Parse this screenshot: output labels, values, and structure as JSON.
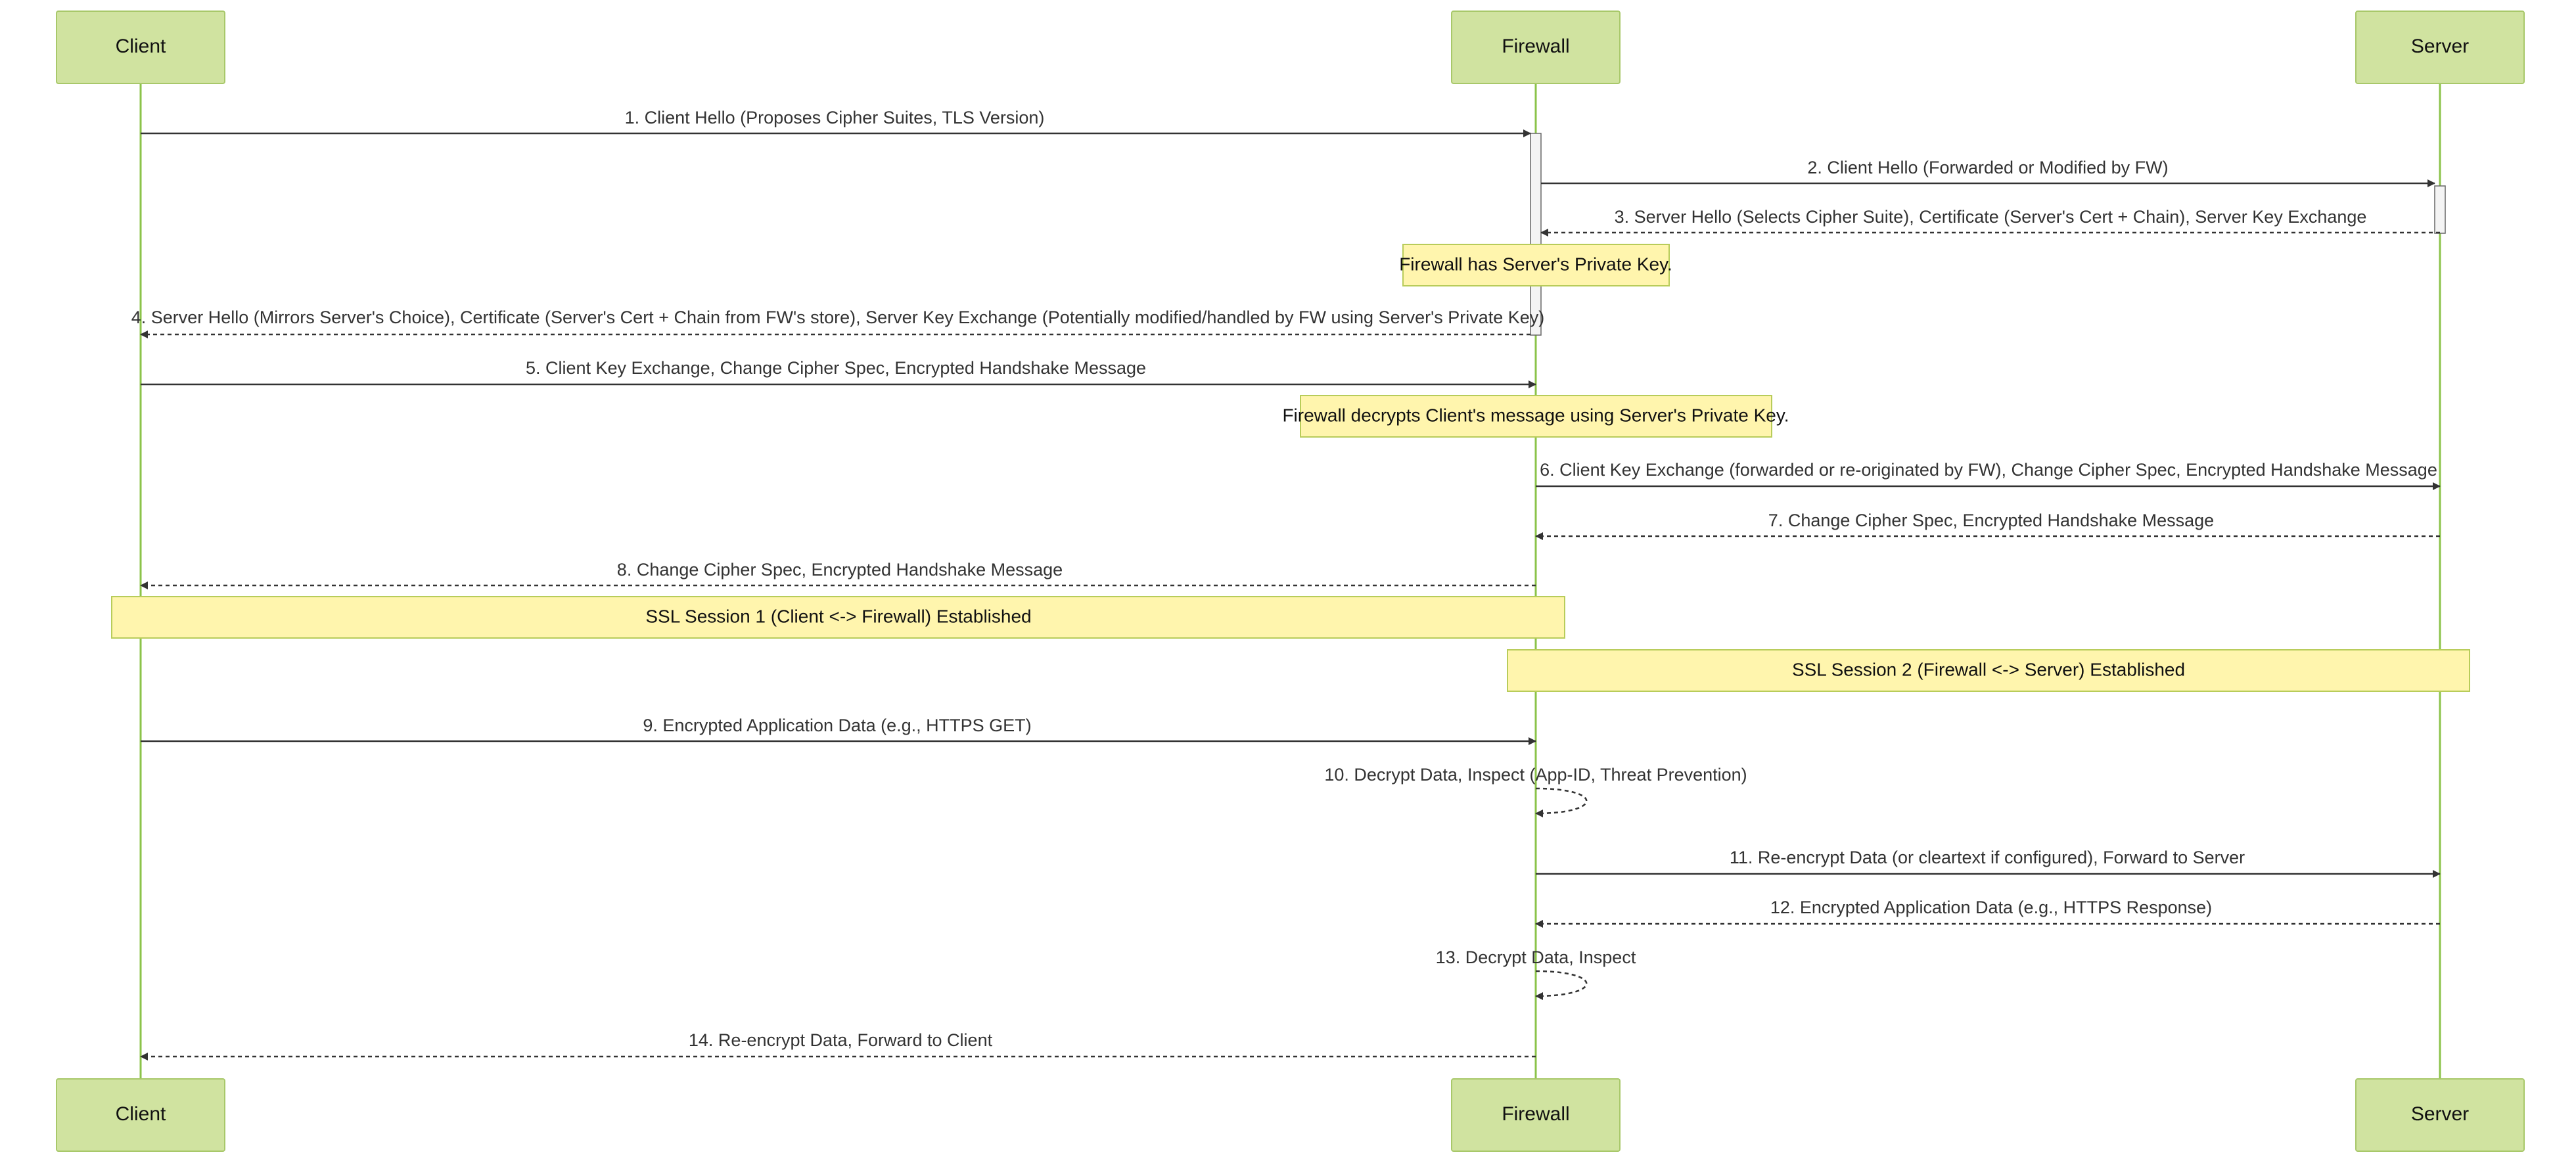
{
  "colors": {
    "actor_fill": "#d0e3a0",
    "actor_stroke": "#a8c86a",
    "lifeline": "#8bc34a",
    "note_fill": "#fff5ad",
    "note_stroke": "#b8cc5a",
    "arrow": "#333333",
    "activation_fill": "#f4f4f4",
    "activation_stroke": "#666666"
  },
  "actors": [
    {
      "id": "client",
      "label": "Client"
    },
    {
      "id": "firewall",
      "label": "Firewall"
    },
    {
      "id": "server",
      "label": "Server"
    }
  ],
  "messages": [
    {
      "text": "1. Client Hello (Proposes Cipher Suites, TLS Version)",
      "from": "client",
      "to": "firewall",
      "style": "solid"
    },
    {
      "text": "2. Client Hello (Forwarded or Modified by FW)",
      "from": "firewall",
      "to": "server",
      "style": "solid"
    },
    {
      "text": "3. Server Hello (Selects Cipher Suite), Certificate (Server's Cert + Chain), Server Key Exchange",
      "from": "server",
      "to": "firewall",
      "style": "dashed"
    },
    {
      "text": "4. Server Hello (Mirrors Server's Choice), Certificate (Server's Cert + Chain from FW's store), Server Key Exchange (Potentially modified/handled by FW using Server's Private Key)",
      "from": "firewall",
      "to": "client",
      "style": "dashed"
    },
    {
      "text": "5. Client Key Exchange, Change Cipher Spec, Encrypted Handshake Message",
      "from": "client",
      "to": "firewall",
      "style": "solid"
    },
    {
      "text": "6. Client Key Exchange (forwarded or re-originated by FW), Change Cipher Spec, Encrypted Handshake Message",
      "from": "firewall",
      "to": "server",
      "style": "solid"
    },
    {
      "text": "7. Change Cipher Spec, Encrypted Handshake Message",
      "from": "server",
      "to": "firewall",
      "style": "dashed"
    },
    {
      "text": "8. Change Cipher Spec, Encrypted Handshake Message",
      "from": "firewall",
      "to": "client",
      "style": "dashed"
    },
    {
      "text": "9. Encrypted Application Data (e.g., HTTPS GET)",
      "from": "client",
      "to": "firewall",
      "style": "solid"
    },
    {
      "text": "10. Decrypt Data, Inspect (App-ID, Threat Prevention)",
      "from": "firewall",
      "to": "firewall",
      "style": "dashed"
    },
    {
      "text": "11. Re-encrypt Data (or cleartext if configured), Forward to Server",
      "from": "firewall",
      "to": "server",
      "style": "solid"
    },
    {
      "text": "12. Encrypted Application Data (e.g., HTTPS Response)",
      "from": "server",
      "to": "firewall",
      "style": "dashed"
    },
    {
      "text": "13. Decrypt Data, Inspect",
      "from": "firewall",
      "to": "firewall",
      "style": "dashed"
    },
    {
      "text": "14. Re-encrypt Data, Forward to Client",
      "from": "firewall",
      "to": "client",
      "style": "dashed"
    }
  ],
  "notes": [
    {
      "text": "Firewall has Server's Private Key."
    },
    {
      "text": "Firewall decrypts Client's message using Server's Private Key."
    },
    {
      "text": "SSL Session 1 (Client <-> Firewall) Established"
    },
    {
      "text": "SSL Session 2 (Firewall <-> Server) Established"
    }
  ]
}
